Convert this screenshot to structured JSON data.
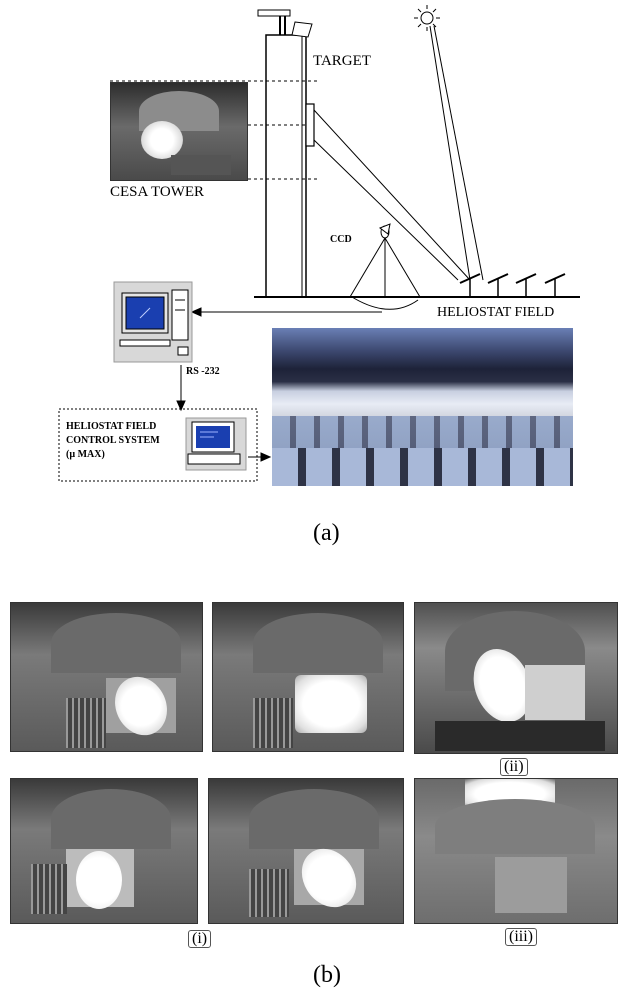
{
  "diagram": {
    "labels": {
      "target": "TARGET",
      "cesa_tower": "CESA TOWER",
      "ccd": "CCD",
      "heliostat_field": "HELIOSTAT FIELD",
      "rs232": "RS -232",
      "control_system_line1": "HELIOSTAT FIELD",
      "control_system_line2": "CONTROL SYSTEM",
      "control_system_line3": "(µ  MAX)"
    },
    "caption": "(a)"
  },
  "photos": {
    "markers": [
      "(i)",
      "(ii)",
      "(iii)"
    ],
    "caption": "(b)"
  },
  "colors": {
    "line": "#000000",
    "photo_dark": "#3a3a3a",
    "photo_mid": "#8a8a8a",
    "spot": "#ffffff",
    "screen_blue": "#1a3fb0",
    "sky_dark": "#2a2f45",
    "sky_light": "#6a7fb5",
    "panel": "#8fa3c8"
  }
}
